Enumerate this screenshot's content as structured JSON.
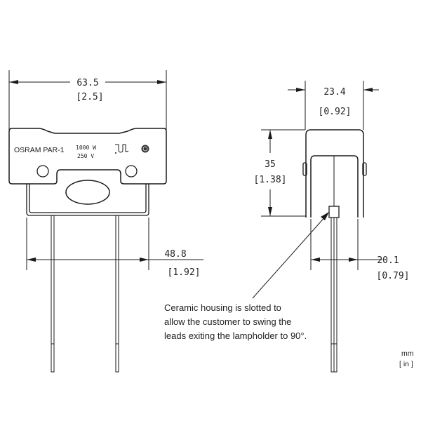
{
  "front_view": {
    "width_mm": "63.5",
    "width_in": "[2.5]",
    "label_brand": "OSRAM PAR-1",
    "label_power": "1000 W",
    "label_voltage": "250 V",
    "lead_span_mm": "48.8",
    "lead_span_in": "[1.92]"
  },
  "side_view": {
    "width_mm": "23.4",
    "width_in": "[0.92]",
    "height_mm": "35",
    "height_in": "[1.38]",
    "lead_offset_mm": "20.1",
    "lead_offset_in": "[0.79]"
  },
  "note": {
    "lines": [
      "Ceramic housing is slotted to",
      "allow the customer to swing the",
      "leads exiting the lampholder to 90°."
    ]
  },
  "units": {
    "primary": "mm",
    "secondary": "[ in ]"
  }
}
